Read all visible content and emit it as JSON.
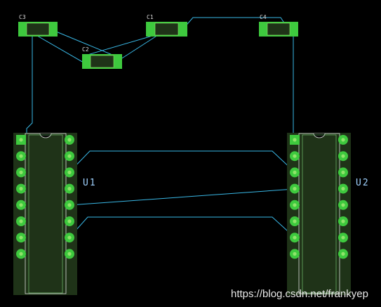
{
  "watermark": "https://blog.csdn.net/frankyep",
  "colors": {
    "background": "#000000",
    "trace": "#39b8e6",
    "pad": "#3ec93e",
    "pad_hole": "#8fe36a",
    "body": "#1f3318",
    "silkscreen": "#dcdcdc",
    "outline": "#7fd97f"
  },
  "capacitors": [
    {
      "id": "c3",
      "label": "C3"
    },
    {
      "id": "c1",
      "label": "C1"
    },
    {
      "id": "c4",
      "label": "C4"
    },
    {
      "id": "c2",
      "label": "C2"
    }
  ],
  "chips": [
    {
      "id": "u1",
      "label": "U1"
    },
    {
      "id": "u2",
      "label": "U2"
    }
  ]
}
